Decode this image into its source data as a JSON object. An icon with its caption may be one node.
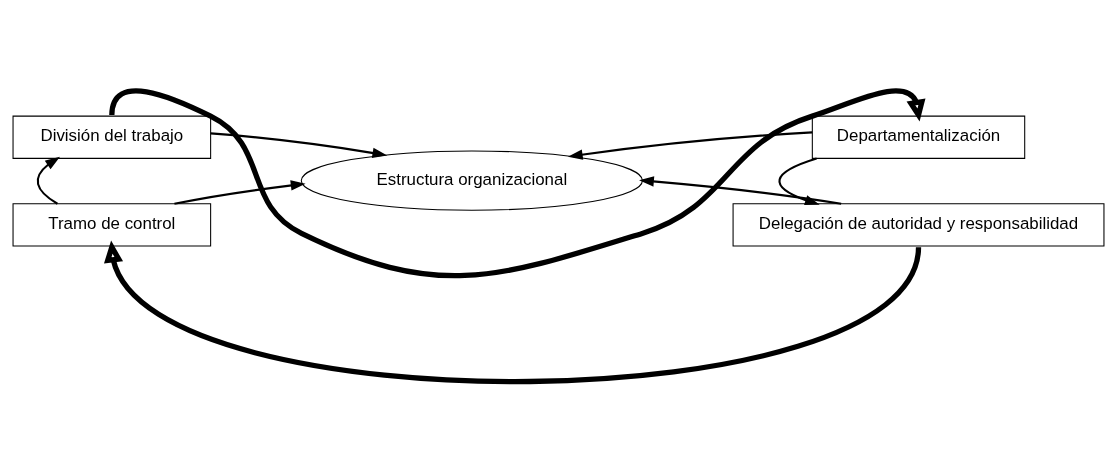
{
  "diagram": {
    "nodes": [
      {
        "text": [
          "División del trabajo"
        ]
      },
      {
        "text": [
          "Departamentalización"
        ]
      },
      {
        "text": [
          "Estructura organizacional"
        ]
      },
      {
        "text": [
          "Tramo de control"
        ]
      },
      {
        "text": [
          "Delegación de autoridad y responsabilidad"
        ]
      }
    ],
    "edges": [
      {
        "from": 0,
        "to": 1,
        "arrow": "to",
        "style": "thick"
      },
      {
        "from": 0,
        "to": 2,
        "arrow": "to"
      },
      {
        "from": 1,
        "to": 2,
        "arrow": "to"
      },
      {
        "from": 3,
        "to": 0,
        "arrow": "to"
      },
      {
        "from": 1,
        "to": 4,
        "arrow": "to"
      },
      {
        "from": 3,
        "to": 2,
        "arrow": "to"
      },
      {
        "from": 4,
        "to": 2,
        "arrow": "to"
      },
      {
        "from": 4,
        "to": 3,
        "arrow": "to",
        "style": "thick"
      }
    ]
  }
}
